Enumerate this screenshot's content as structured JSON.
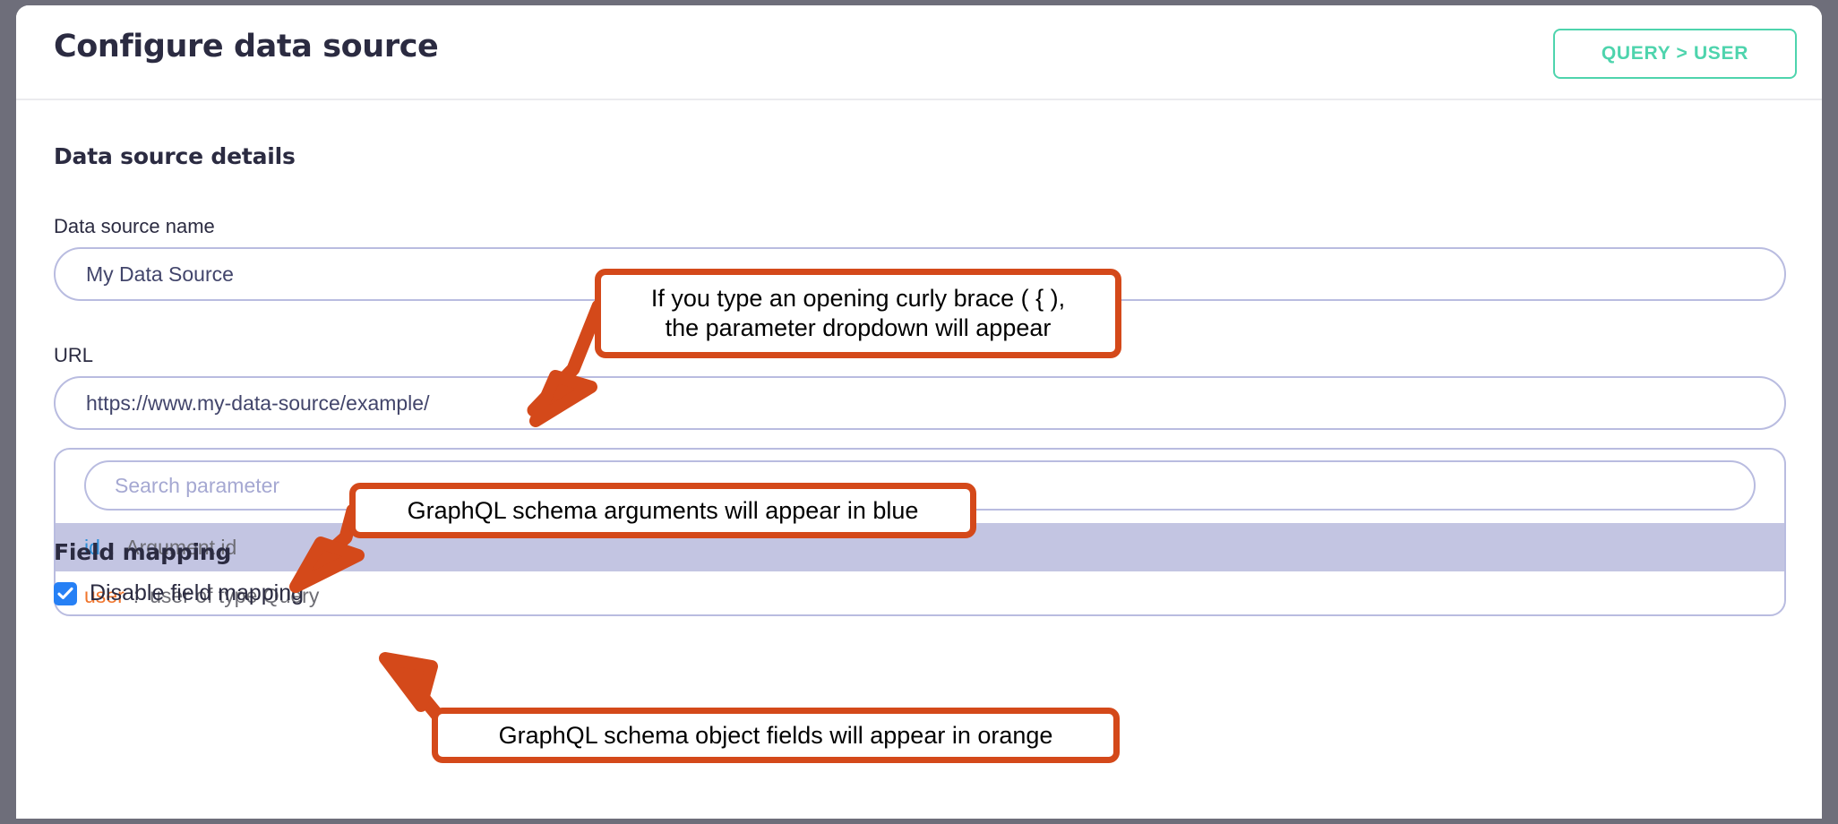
{
  "header": {
    "title": "Configure data source",
    "query_chip_label": "QUERY > USER"
  },
  "sections": {
    "data_source_details_heading": "Data source details",
    "field_mapping_heading": "Field mapping"
  },
  "fields": {
    "name": {
      "label": "Data source name",
      "value": "My Data Source"
    },
    "url": {
      "label": "URL",
      "value": "https://www.my-data-source/example/"
    }
  },
  "parameter_dropdown": {
    "search_placeholder": "Search parameter",
    "items": [
      {
        "key": "id",
        "separator": ":",
        "description": "Argument id",
        "color": "#2f8fd8",
        "selected": true
      },
      {
        "key": "user",
        "separator": ":",
        "description": "user of type Query",
        "color": "#f0752c",
        "selected": false
      }
    ]
  },
  "field_mapping": {
    "checkbox_label": "Disable field mapping",
    "checked": true,
    "checkbox_color": "#2680f5"
  },
  "annotations": [
    {
      "text": "If you type an opening curly brace ( { ),\nthe parameter dropdown will appear"
    },
    {
      "text": "GraphQL schema arguments will appear in blue"
    },
    {
      "text": "GraphQL schema object fields will appear in orange"
    }
  ],
  "colors": {
    "accent_teal": "#4ed4ad",
    "annotation_orange": "#d4491a",
    "input_border": "#b9bce0",
    "selected_row": "#c3c5e2",
    "page_background": "#6e6e7a",
    "title_text": "#2b2b41"
  }
}
